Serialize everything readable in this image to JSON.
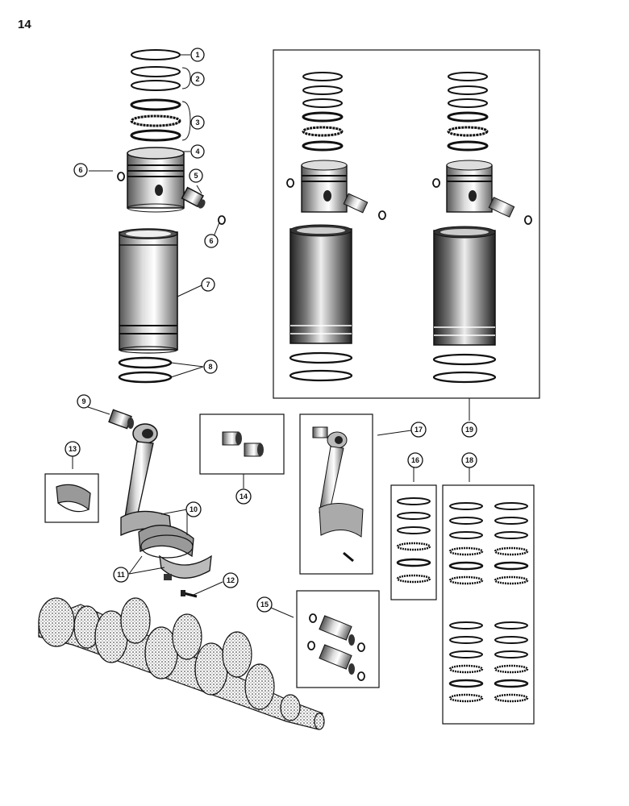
{
  "page": {
    "number": "14"
  },
  "callouts": {
    "c1": "1",
    "c2": "2",
    "c3": "3",
    "c4": "4",
    "c5": "5",
    "c6a": "6",
    "c6b": "6",
    "c7": "7",
    "c8": "8",
    "c9": "9",
    "c10": "10",
    "c11": "11",
    "c12": "12",
    "c13": "13",
    "c14": "14",
    "c15": "15",
    "c16": "16",
    "c17": "17",
    "c18": "18",
    "c19": "19"
  },
  "colors": {
    "ink": "#111111",
    "paper": "#ffffff",
    "shade": "#555555"
  }
}
